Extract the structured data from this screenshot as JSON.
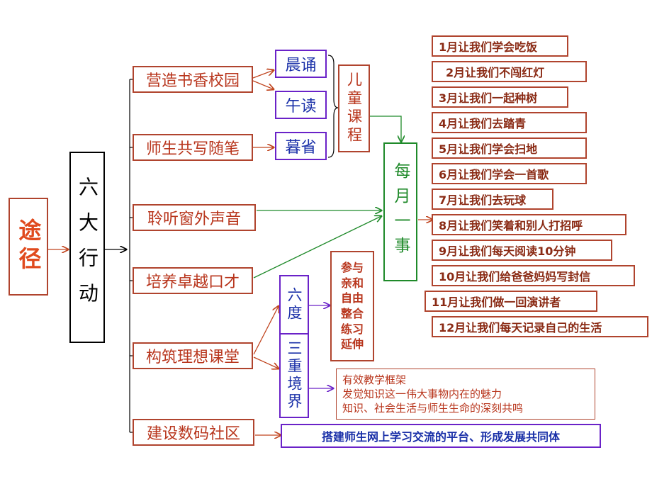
{
  "root": "途径",
  "six_actions": "六大行动",
  "actions": [
    "营造书香校园",
    "师生共写随笔",
    "聆听窗外声音",
    "培养卓越口才",
    "构筑理想课堂",
    "建设数码社区"
  ],
  "reading": [
    "晨诵",
    "午读",
    "暮省"
  ],
  "children_course": "儿童课程",
  "monthly": "每月一事",
  "months": [
    "1月让我们学会吃饭",
    "2月让我们不闯红灯",
    "3月让我们一起种树",
    "4月让我们去踏青",
    "5月让我们学会扫地",
    "6月让我们学会一首歌",
    "7月让我们去玩球",
    "8月让我们笑着和别人打招呼",
    "9月让我们每天阅读10分钟",
    "10月让我们给爸爸妈妈写封信",
    "11月让我们做一回演讲者",
    "12月让我们每天记录自己的生活"
  ],
  "six_degrees": "六度",
  "six_degrees_items": "参与亲和自由整合练习延伸",
  "three_realms": "三重境界",
  "three_realms_items": [
    "有效教学框架",
    "发觉知识这一伟大事物内在的魅力",
    "知识、社会生活与师生生命的深刻共鸣"
  ],
  "digital_community": "搭建师生网上学习交流的平台、形成发展共同体"
}
